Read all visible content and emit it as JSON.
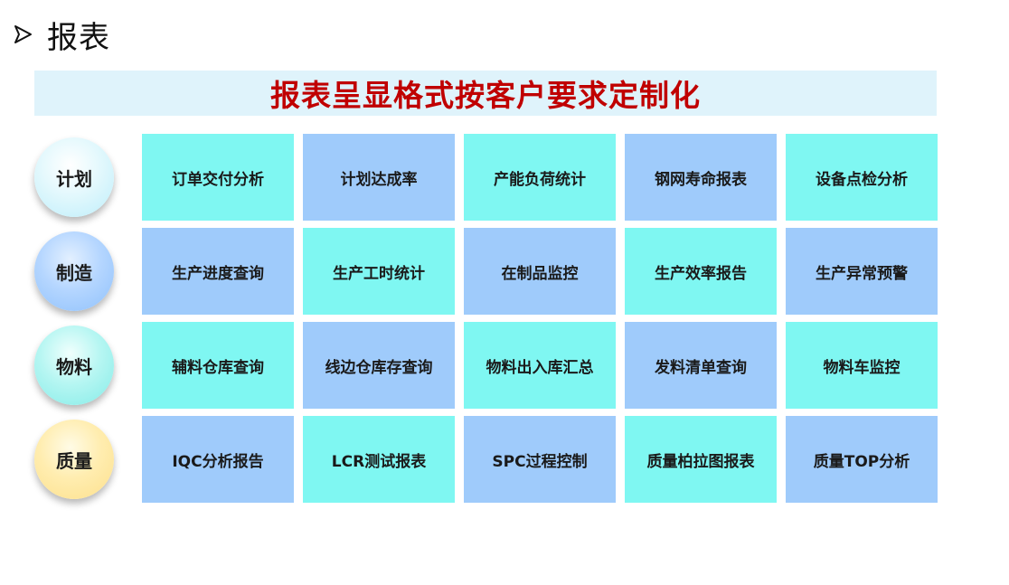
{
  "header": {
    "title": "报表"
  },
  "banner": {
    "text": "报表呈显格式按客户要求定制化"
  },
  "colors": {
    "banner_bg": "#dff3fb",
    "banner_text": "#c00000",
    "cell_cyan": "#7ff7f2",
    "cell_blue": "#9fcbfb"
  },
  "rows": [
    {
      "category": "计划",
      "cells": [
        "订单交付分析",
        "计划达成率",
        "产能负荷统计",
        "钢网寿命报表",
        "设备点检分析"
      ]
    },
    {
      "category": "制造",
      "cells": [
        "生产进度查询",
        "生产工时统计",
        "在制品监控",
        "生产效率报告",
        "生产异常预警"
      ]
    },
    {
      "category": "物料",
      "cells": [
        "辅料仓库查询",
        "线边仓库存查询",
        "物料出入库汇总",
        "发料清单查询",
        "物料车监控"
      ]
    },
    {
      "category": "质量",
      "cells": [
        "IQC分析报告",
        "LCR测试报表",
        "SPC过程控制",
        "质量柏拉图报表",
        "质量TOP分析"
      ]
    }
  ]
}
